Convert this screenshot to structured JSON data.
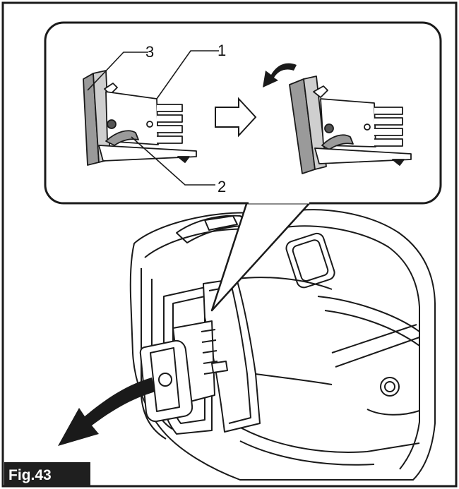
{
  "figure": {
    "label": "Fig.43",
    "callouts": [
      "1",
      "2",
      "3"
    ]
  },
  "colors": {
    "line": "#1a1a1a",
    "part_gray": "#9a9a9a",
    "light_gray": "#cfcfcf",
    "label_bg": "#1f1f1f"
  }
}
